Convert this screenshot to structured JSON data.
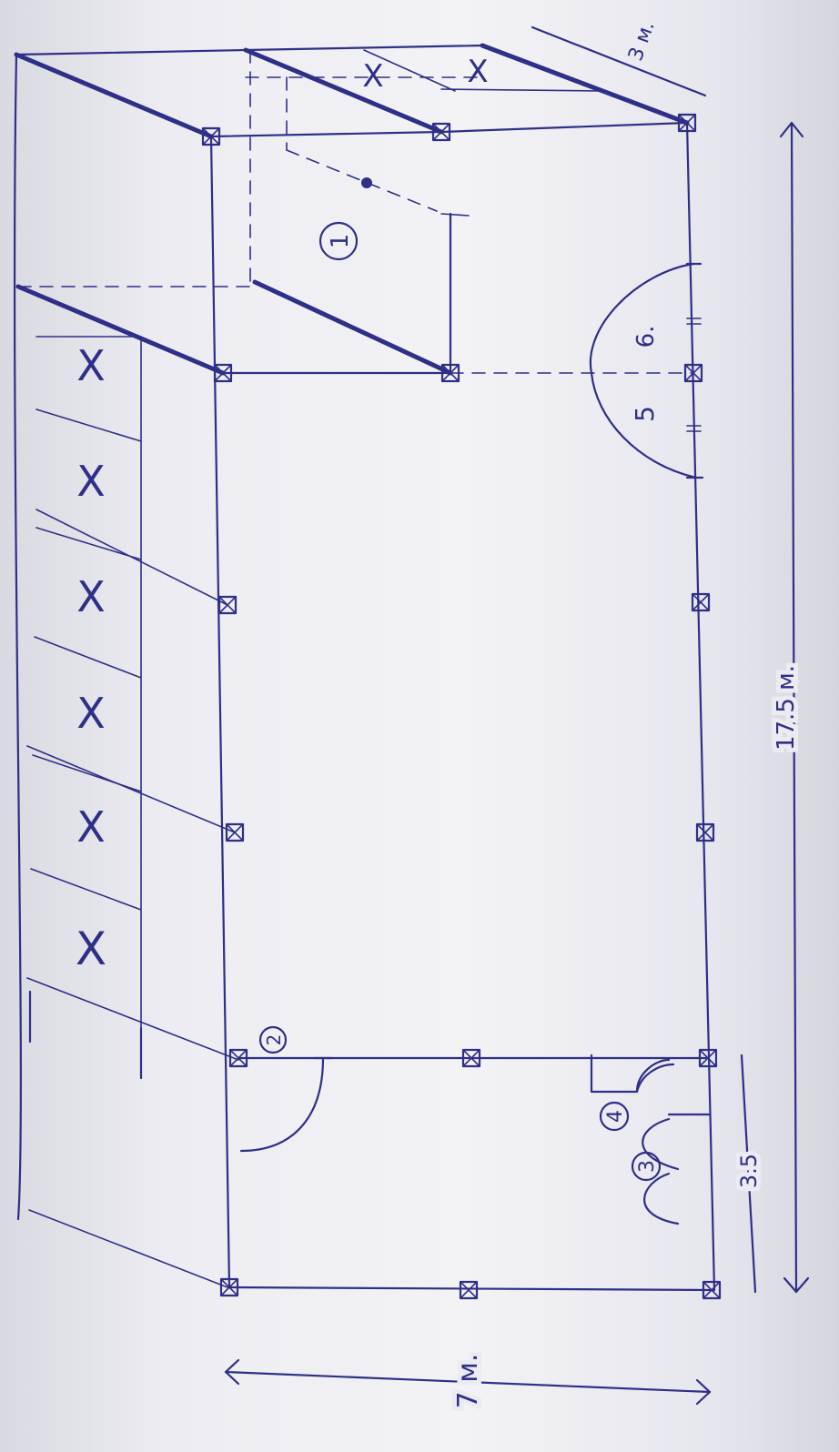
{
  "labels": {
    "room_1": "1",
    "room_2": "2",
    "room_3": "3",
    "room_4": "4",
    "door_5": "5",
    "door_6": "6.",
    "cell_mark": "X"
  },
  "dimensions": {
    "length": "17.5 м.",
    "width": "7 м.",
    "segment": "3.5",
    "annex": "3 м."
  },
  "colors": {
    "ink": "#2e2f86",
    "paper": "#f1f1f5"
  }
}
